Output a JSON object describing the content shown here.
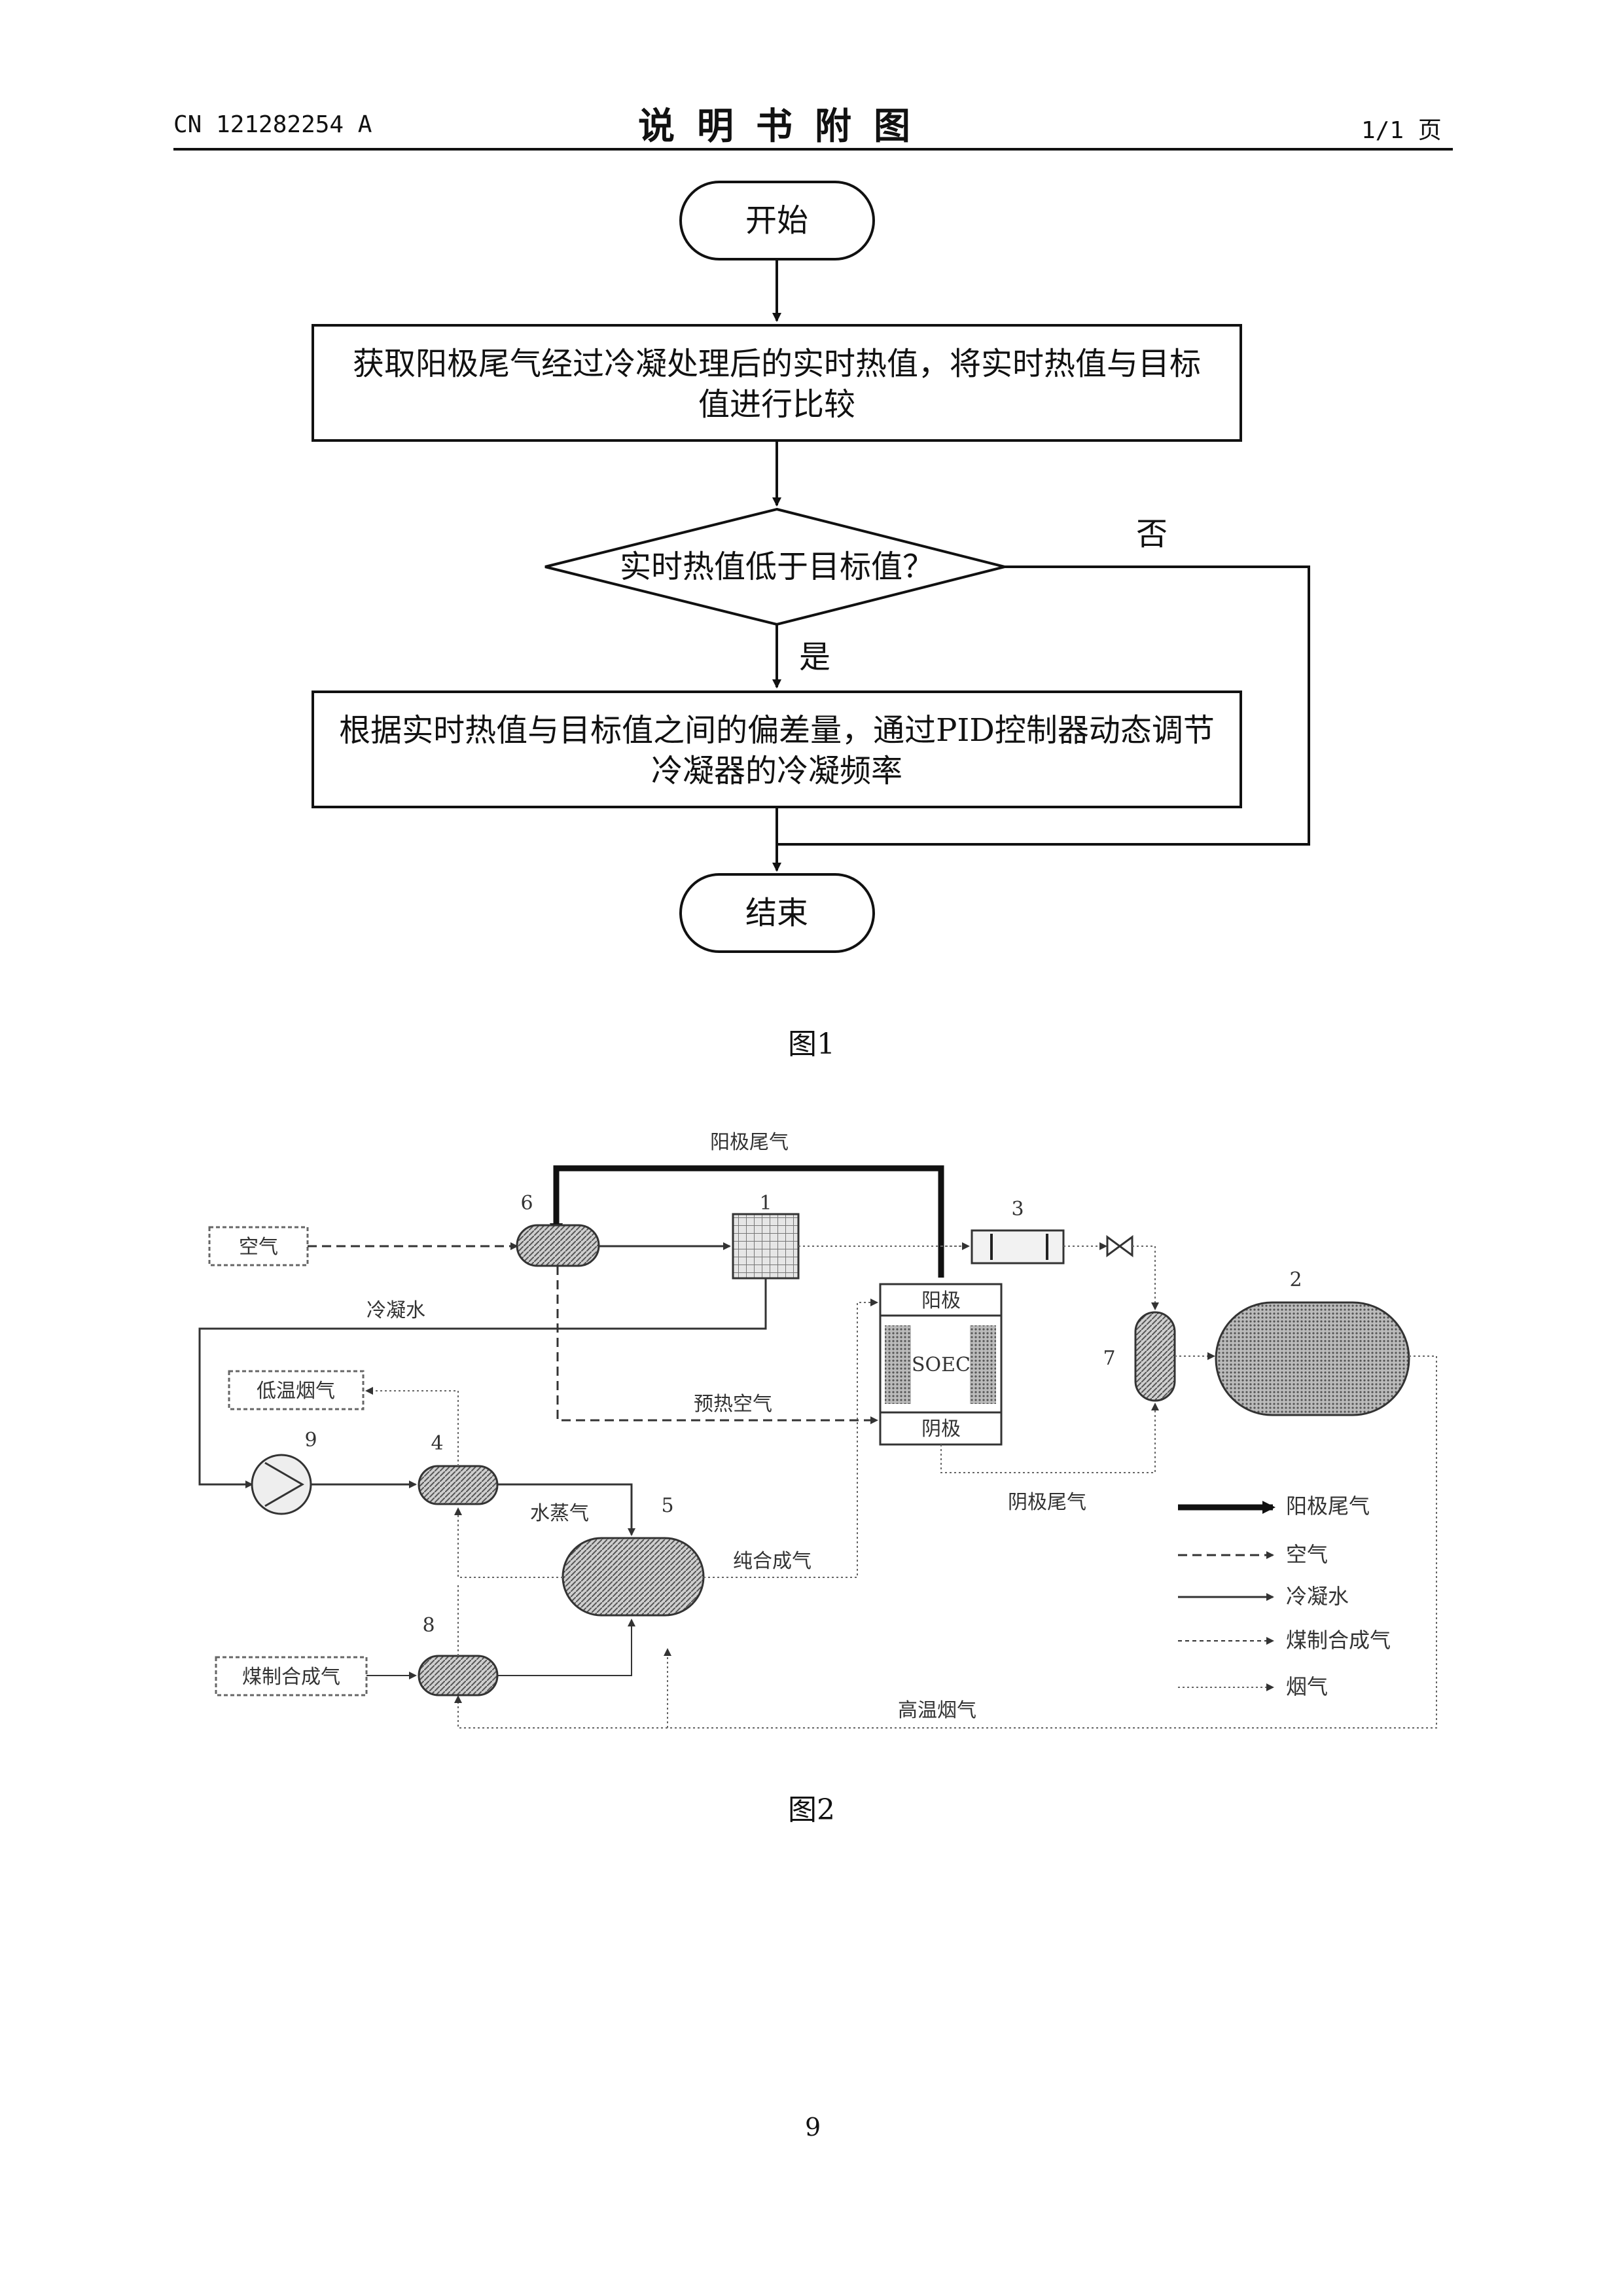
{
  "header": {
    "doc_number": "CN 121282254 A",
    "title": "说明书附图",
    "page": "1/1 页"
  },
  "fig1": {
    "caption": "图1",
    "start": "开始",
    "step1_line1": "获取阳极尾气经过冷凝处理后的实时热值，将实时热值与目标",
    "step1_line2": "值进行比较",
    "decision": "实时热值低于目标值？",
    "no_label": "否",
    "yes_label": "是",
    "step2_line1": "根据实时热值与目标值之间的偏差量，通过PID控制器动态调节",
    "step2_line2": "冷凝器的冷凝频率",
    "end": "结束"
  },
  "fig2": {
    "caption": "图2",
    "labels": {
      "air_in": "空气",
      "anode_tail_top": "阳极尾气",
      "cond_water": "冷凝水",
      "low_temp_flue": "低温烟气",
      "preheated_air": "预热空气",
      "steam": "水蒸气",
      "pure_syngas": "纯合成气",
      "cathode_tail": "阴极尾气",
      "coal_syngas_in": "煤制合成气",
      "high_temp_flue": "高温烟气",
      "anode": "阳极",
      "cathode": "阴极",
      "soec": "SOEC",
      "n1": "1",
      "n2": "2",
      "n3": "3",
      "n4": "4",
      "n5": "5",
      "n6": "6",
      "n7": "7",
      "n8": "8",
      "n9": "9"
    },
    "legend": [
      {
        "label": "阳极尾气",
        "style": "thick"
      },
      {
        "label": "空气",
        "style": "dashed"
      },
      {
        "label": "冷凝水",
        "style": "solid"
      },
      {
        "label": "煤制合成气",
        "style": "dotted"
      },
      {
        "label": "烟气",
        "style": "fine-dotted"
      }
    ]
  },
  "footer": {
    "page_number": "9"
  }
}
